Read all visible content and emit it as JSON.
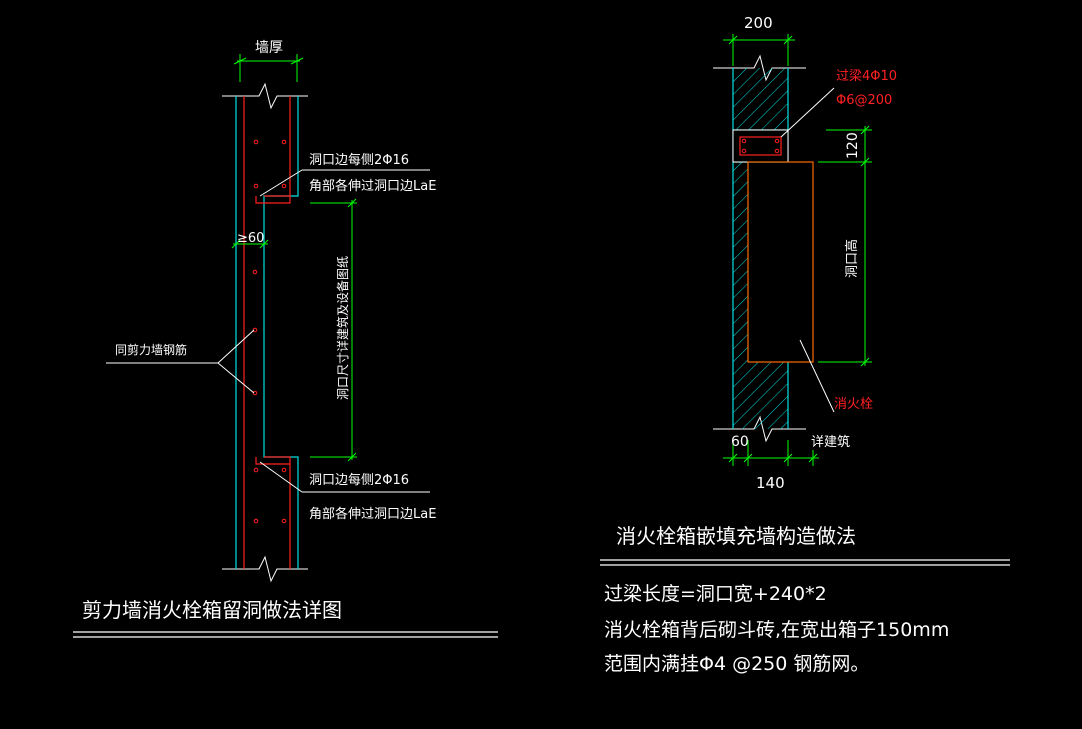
{
  "colors": {
    "background": "#000000",
    "wall": "#00e0e0",
    "rebar": "#ff2020",
    "dimension": "#00ff00",
    "cabinet": "#ff6a00",
    "text": "#ffffff",
    "leader": "#ffffff"
  },
  "left_detail": {
    "title": "剪力墙消火栓箱留洞做法详图",
    "dim_wall_thickness": "墙厚",
    "top_note_1": "洞口边每侧2Φ16",
    "top_note_2": "角部各伸过洞口边LaE",
    "min_depth": "≥60",
    "hole_size_note": "洞口尺寸详建筑及设备图纸",
    "shear_wall_rebar": "同剪力墙钢筋",
    "bottom_note_1": "洞口边每侧2Φ16",
    "bottom_note_2": "角部各伸过洞口边LaE"
  },
  "right_detail": {
    "title": "消火栓箱嵌填充墙构造做法",
    "dim_top": "200",
    "lintel_note_1": "过梁4Φ10",
    "lintel_note_2": "Φ6@200",
    "dim_120": "120",
    "hole_height": "洞口高",
    "cabinet_label": "消火栓",
    "dim_60": "60",
    "dim_140": "140",
    "see_architecture": "详建筑",
    "note_1": "过梁长度=洞口宽+240*2",
    "note_2": "消火栓箱背后砌斗砖,在宽出箱子150mm",
    "note_3": "范围内满挂Φ4 @250 钢筋网。"
  }
}
